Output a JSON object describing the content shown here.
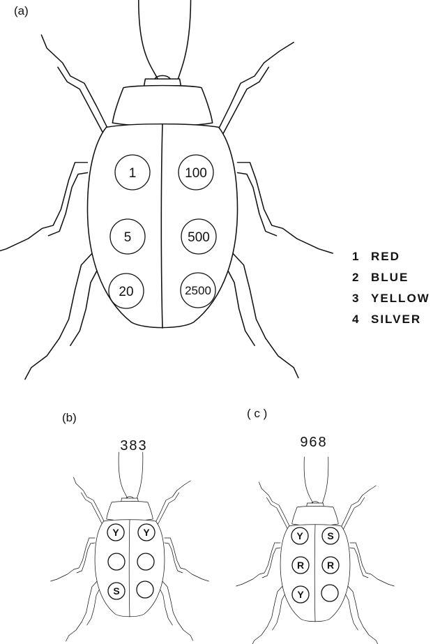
{
  "panels": {
    "a": {
      "label": "(a)"
    },
    "b": {
      "label": "(b)",
      "code": "383"
    },
    "c": {
      "label": "( c )",
      "code": "968"
    }
  },
  "spot_values": [
    "1",
    "100",
    "5",
    "500",
    "20",
    "2500"
  ],
  "legend": [
    {
      "number": "1",
      "color": "RED"
    },
    {
      "number": "2",
      "color": "BLUE"
    },
    {
      "number": "3",
      "color": "YELLOW"
    },
    {
      "number": "4",
      "color": "SILVER"
    }
  ],
  "beetle_b_spots": [
    "Y",
    "Y",
    "",
    "",
    "S",
    ""
  ],
  "beetle_c_spots": [
    "Y",
    "S",
    "R",
    "R",
    "Y",
    ""
  ]
}
